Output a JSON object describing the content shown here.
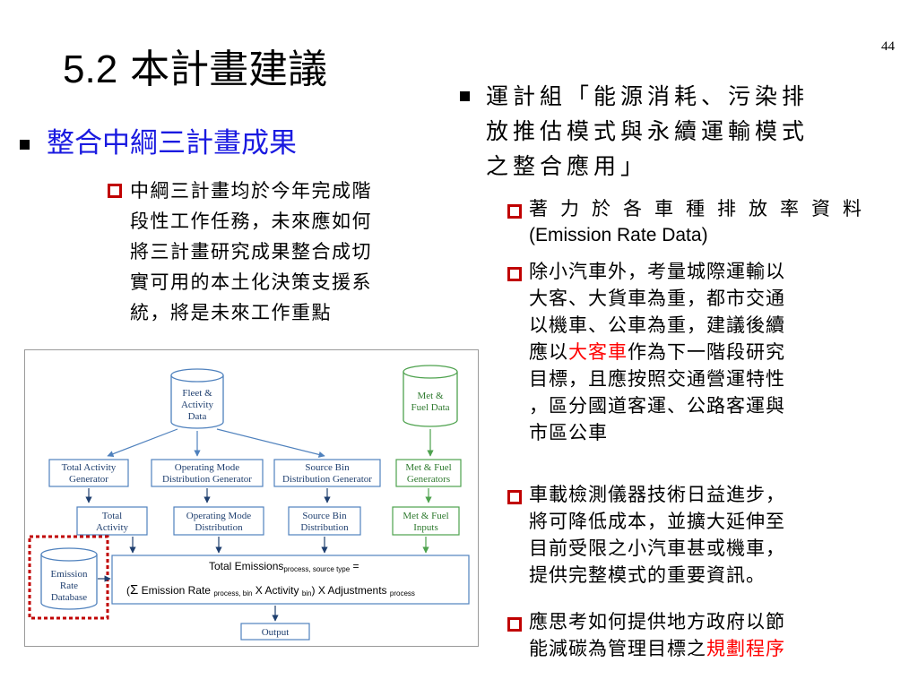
{
  "page_number": "44",
  "title": {
    "num": "5.2",
    "text": "本計畫建議"
  },
  "left": {
    "heading": "整合中綱三計畫成果",
    "sub_lines": [
      "中綱三計畫均於今年完成階",
      "段性工作任務，未來應如何",
      "將三計畫研究成果整合成切",
      "實可用的本土化決策支援系",
      "統，將是未來工作重點"
    ]
  },
  "right": {
    "main_lines": [
      "運計組「能源消耗、污染排",
      "放推估模式與永續運輸模式",
      "之整合應用」"
    ],
    "sub1_lines": [
      "著力於各車種排放率資料",
      "(Emission Rate Data)"
    ],
    "sub2_lines": [
      "除小汽車外，考量城際運輸以",
      "大客、大貨車為重，都市交通",
      "以機車、公車為重，建議後續"
    ],
    "sub2_l4_pre": "應以",
    "sub2_l4_red": "大客車",
    "sub2_l4_post": "作為下一階段研究",
    "sub2_lines_after": [
      "目標，且應按照交通營運特性",
      "，區分國道客運、公路客運與",
      "市區公車"
    ],
    "sub3_lines": [
      "車載檢測儀器技術日益進步，",
      "將可降低成本，並擴大延伸至",
      "目前受限之小汽車甚或機車，",
      "提供完整模式的重要資訊。"
    ],
    "sub4_line1": "應思考如何提供地方政府以節",
    "sub4_l2_pre": "能減碳為管理目標之",
    "sub4_l2_red": "規劃程序"
  },
  "diagram": {
    "fleet_db": [
      "Fleet &",
      "Activity",
      "Data"
    ],
    "met_db": [
      "Met &",
      "Fuel Data"
    ],
    "emission_db": [
      "Emission",
      "Rate",
      "Database"
    ],
    "gen_boxes": [
      [
        "Total Activity",
        "Generator"
      ],
      [
        "Operating Mode",
        "Distribution Generator"
      ],
      [
        "Source Bin",
        "Distribution Generator"
      ],
      [
        "Met & Fuel",
        "Generators"
      ]
    ],
    "out_boxes": [
      [
        "Total",
        "Activity"
      ],
      [
        "Operating Mode",
        "Distribution"
      ],
      [
        "Source Bin",
        "Distribution"
      ],
      [
        "Met & Fuel",
        "Inputs"
      ]
    ],
    "total_line1": "Total Emissions",
    "total_line1_sub": "process, source type",
    "total_line1_eq": " =",
    "formula_open": "(",
    "formula_sigma": "Σ",
    "formula_a": " Emission Rate ",
    "formula_a_sub": "process, bin",
    "formula_b": " X Activity ",
    "formula_b_sub": "bin",
    "formula_c": ") X Adjustments ",
    "formula_c_sub": "process",
    "output": "Output",
    "colors": {
      "blue": "#4f81bd",
      "green": "#4ea24e",
      "red_dash": "#c00000"
    }
  }
}
